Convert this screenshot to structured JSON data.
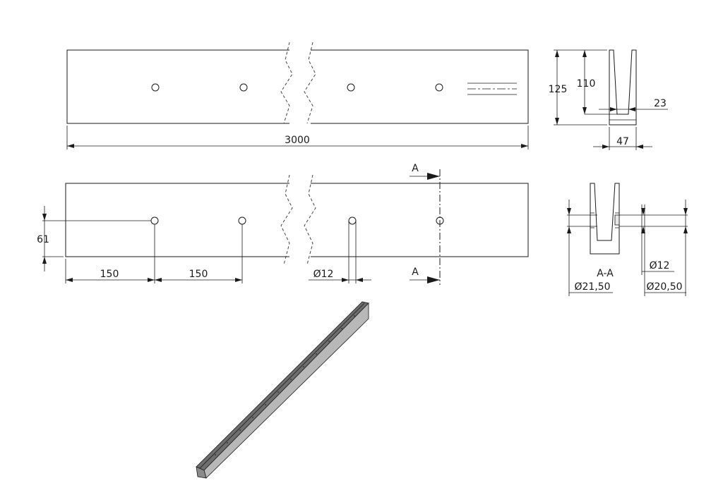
{
  "dimensions": {
    "overall_length": "3000",
    "profile_height_outer": "125",
    "profile_height_inner": "110",
    "slot_width": "23",
    "profile_width": "47",
    "hole_height": "61",
    "hole_spacing_1": "150",
    "hole_spacing_2": "150",
    "hole_diameter_front": "Ø12",
    "hole_diameter_section": "Ø12",
    "counterbore_left": "Ø21,50",
    "counterbore_right": "Ø20,50"
  },
  "section": {
    "marker_top": "A",
    "marker_bottom": "A",
    "label": "A-A"
  },
  "colors": {
    "line": "#1a1a1a",
    "profile_dark": "#6e6e6e",
    "profile_light": "#b8b8b8"
  }
}
